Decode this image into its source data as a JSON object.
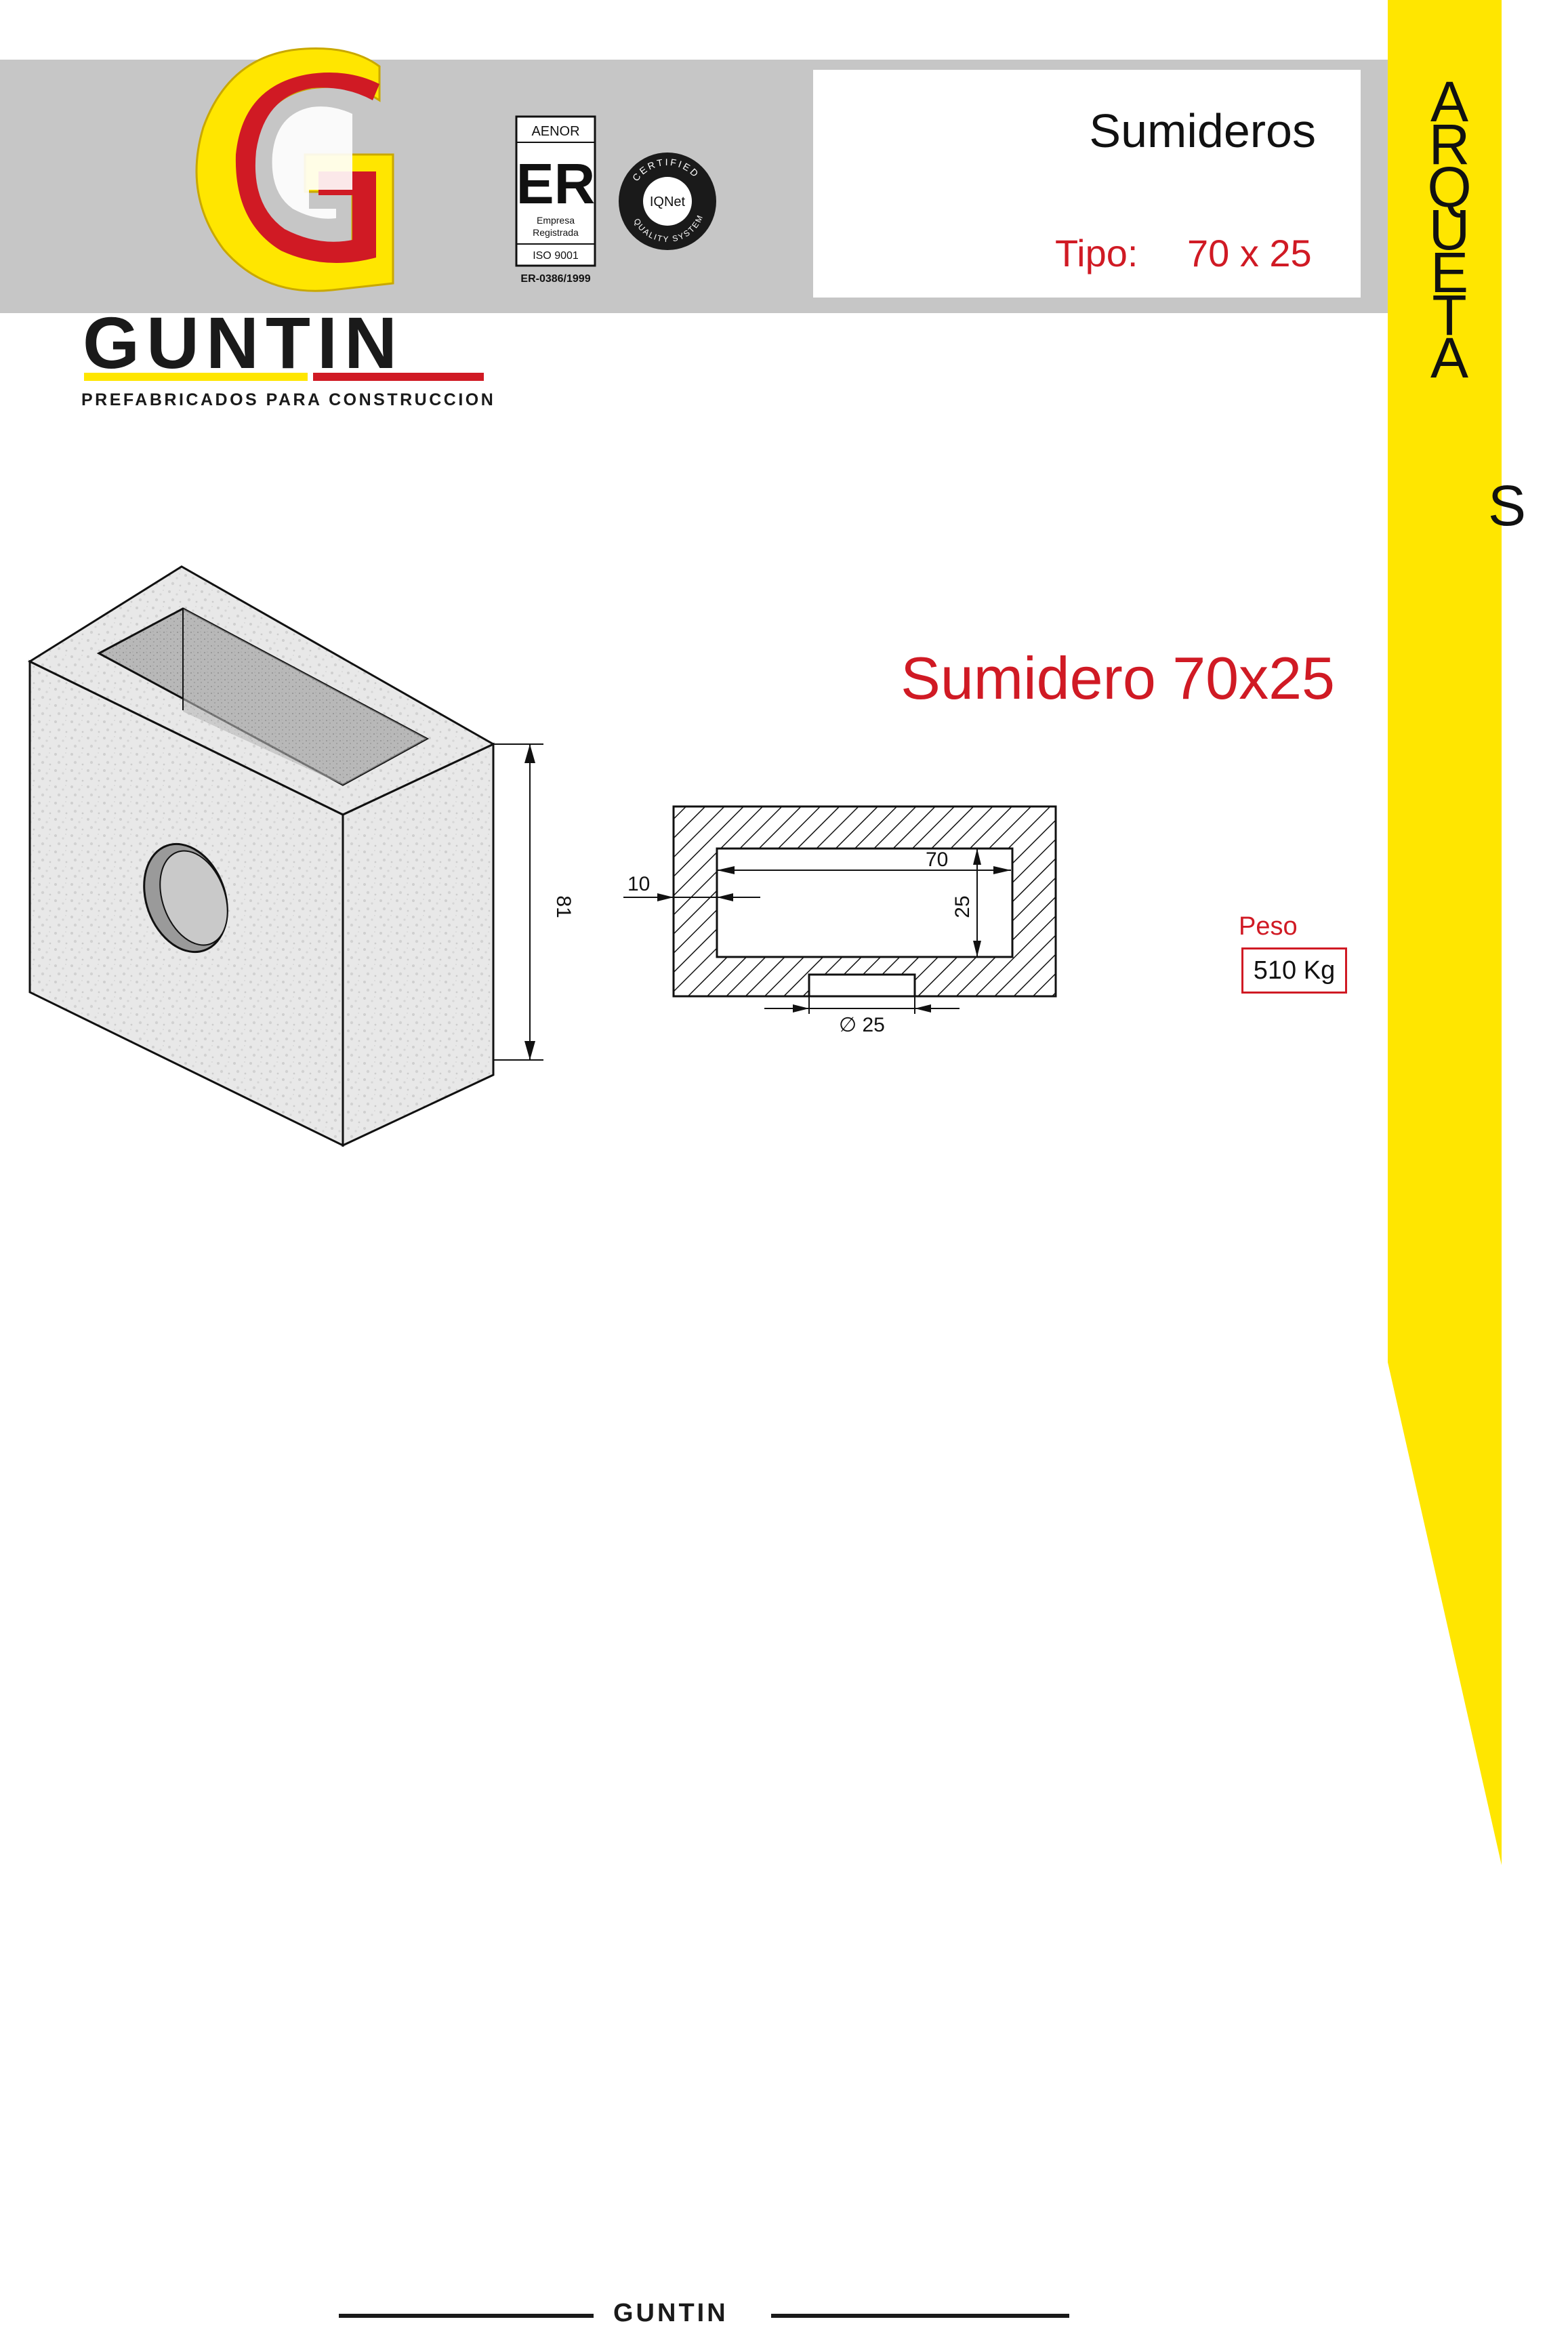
{
  "header": {
    "title": "Sumideros",
    "tipo_label": "Tipo:",
    "tipo_value": "70 x 25"
  },
  "brand": {
    "name": "GUNTIN",
    "tagline": "PREFABRICADOS PARA CONSTRUCCION",
    "logo_letter": "G"
  },
  "certifications": {
    "aenor": {
      "top": "AENOR",
      "mark": "ER",
      "line1": "Empresa",
      "line2": "Registrada",
      "standard": "ISO 9001",
      "code": "ER-0386/1999"
    },
    "iqnet": {
      "top": "CERTIFIED",
      "name": "IQNet",
      "bottom": "QUALITY SYSTEM"
    }
  },
  "side_label": {
    "letters": [
      "A",
      "R",
      "Q",
      "U",
      "E",
      "T",
      "A"
    ],
    "last_letter": "S"
  },
  "product": {
    "title": "Sumidero 70x25",
    "height_dim": "81",
    "plan_length": "70",
    "plan_width": "25",
    "wall": "10",
    "pipe": "∅ 25",
    "peso_label": "Peso",
    "peso_value": "510 Kg"
  },
  "footer": {
    "brand": "GUNTIN"
  },
  "colors": {
    "red": "#d01a24",
    "yellow": "#ffe600",
    "gray_band": "#c6c6c6",
    "concrete": "#e6e6e6"
  }
}
